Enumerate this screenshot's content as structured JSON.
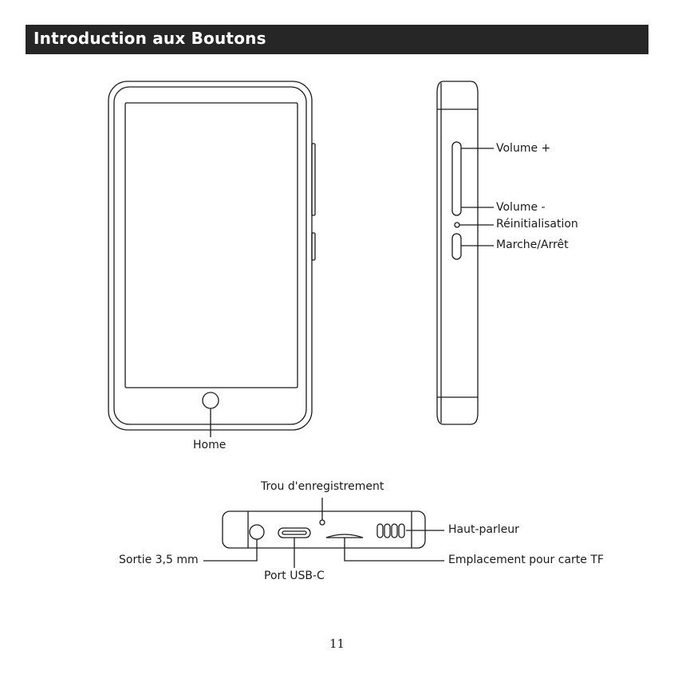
{
  "page": {
    "title": "Introduction aux Boutons",
    "page_number": "11"
  },
  "labels": {
    "home": "Home",
    "volume_up": "Volume +",
    "volume_down": "Volume -",
    "reset": "Réinitialisation",
    "power": "Marche/Arrêt",
    "recording_hole": "Trou d'enregistrement",
    "speaker": "Haut-parleur",
    "headphone_out": "Sortie 3,5 mm",
    "usb_port": "Port USB-C",
    "tf_slot": "Emplacement pour carte TF"
  }
}
